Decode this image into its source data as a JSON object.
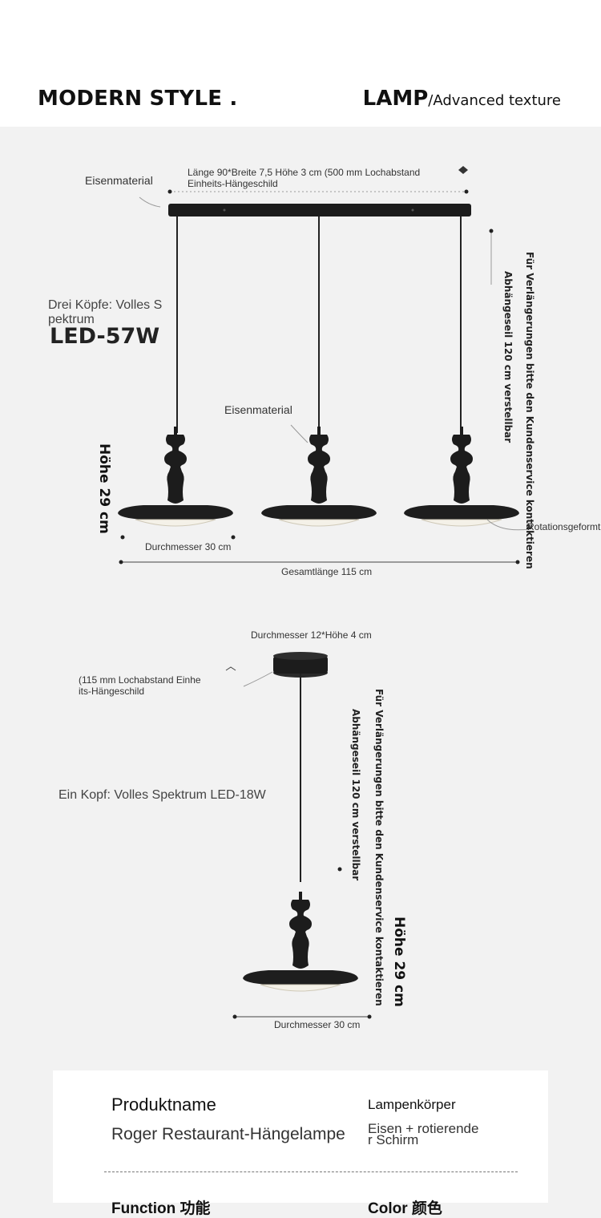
{
  "header": {
    "left_title": "MODERN STYLE .",
    "right_title_bold": "LAMP",
    "right_title_rest": "/Advanced texture"
  },
  "triple": {
    "canopy_material": "Eisenmaterial",
    "canopy_dims_line1": "Länge 90*Breite 7,5 Höhe 3 cm (500 mm Lochabstand",
    "canopy_dims_line2": "Einheits-Hängeschild",
    "heads_line1": "Drei Köpfe: Volles S",
    "heads_line2": "pektrum",
    "led": "LED-57W",
    "head_material": "Eisenmaterial",
    "cable_note": "Für Verlängerungen bitte den Kundenservice kontaktieren",
    "cable_length": "Abhängeseil 120 cm verstellbar",
    "height": "Höhe 29 cm",
    "diameter": "Durchmesser 30 cm",
    "total_length": "Gesamtlänge 115 cm",
    "rotation": "Rotationsgeformt"
  },
  "single": {
    "canopy_dims": "Durchmesser 12*Höhe 4 cm",
    "plate_line1": "(115 mm Lochabstand Einhe",
    "plate_line2": "its-Hängeschild",
    "heads": "Ein Kopf: Volles Spektrum LED-18W",
    "cable_note": "Für Verlängerungen bitte den Kundenservice kontaktieren",
    "cable_length": "Abhängeseil 120 cm verstellbar",
    "height": "Höhe 29 cm",
    "diameter": "Durchmesser 30 cm"
  },
  "specs": {
    "product_name_label": "Produktname",
    "product_name_value": "Roger Restaurant-Hängelampe",
    "body_label": "Lampenkörper",
    "body_value_line1": "Eisen + rotierende",
    "body_value_line2": "r Schirm",
    "function_label": "Function 功能",
    "color_label": "Color 颜色"
  },
  "colors": {
    "lamp_body": "#1c1c1c",
    "diffuser": "#f4f1e8",
    "background": "#f2f2f2"
  }
}
